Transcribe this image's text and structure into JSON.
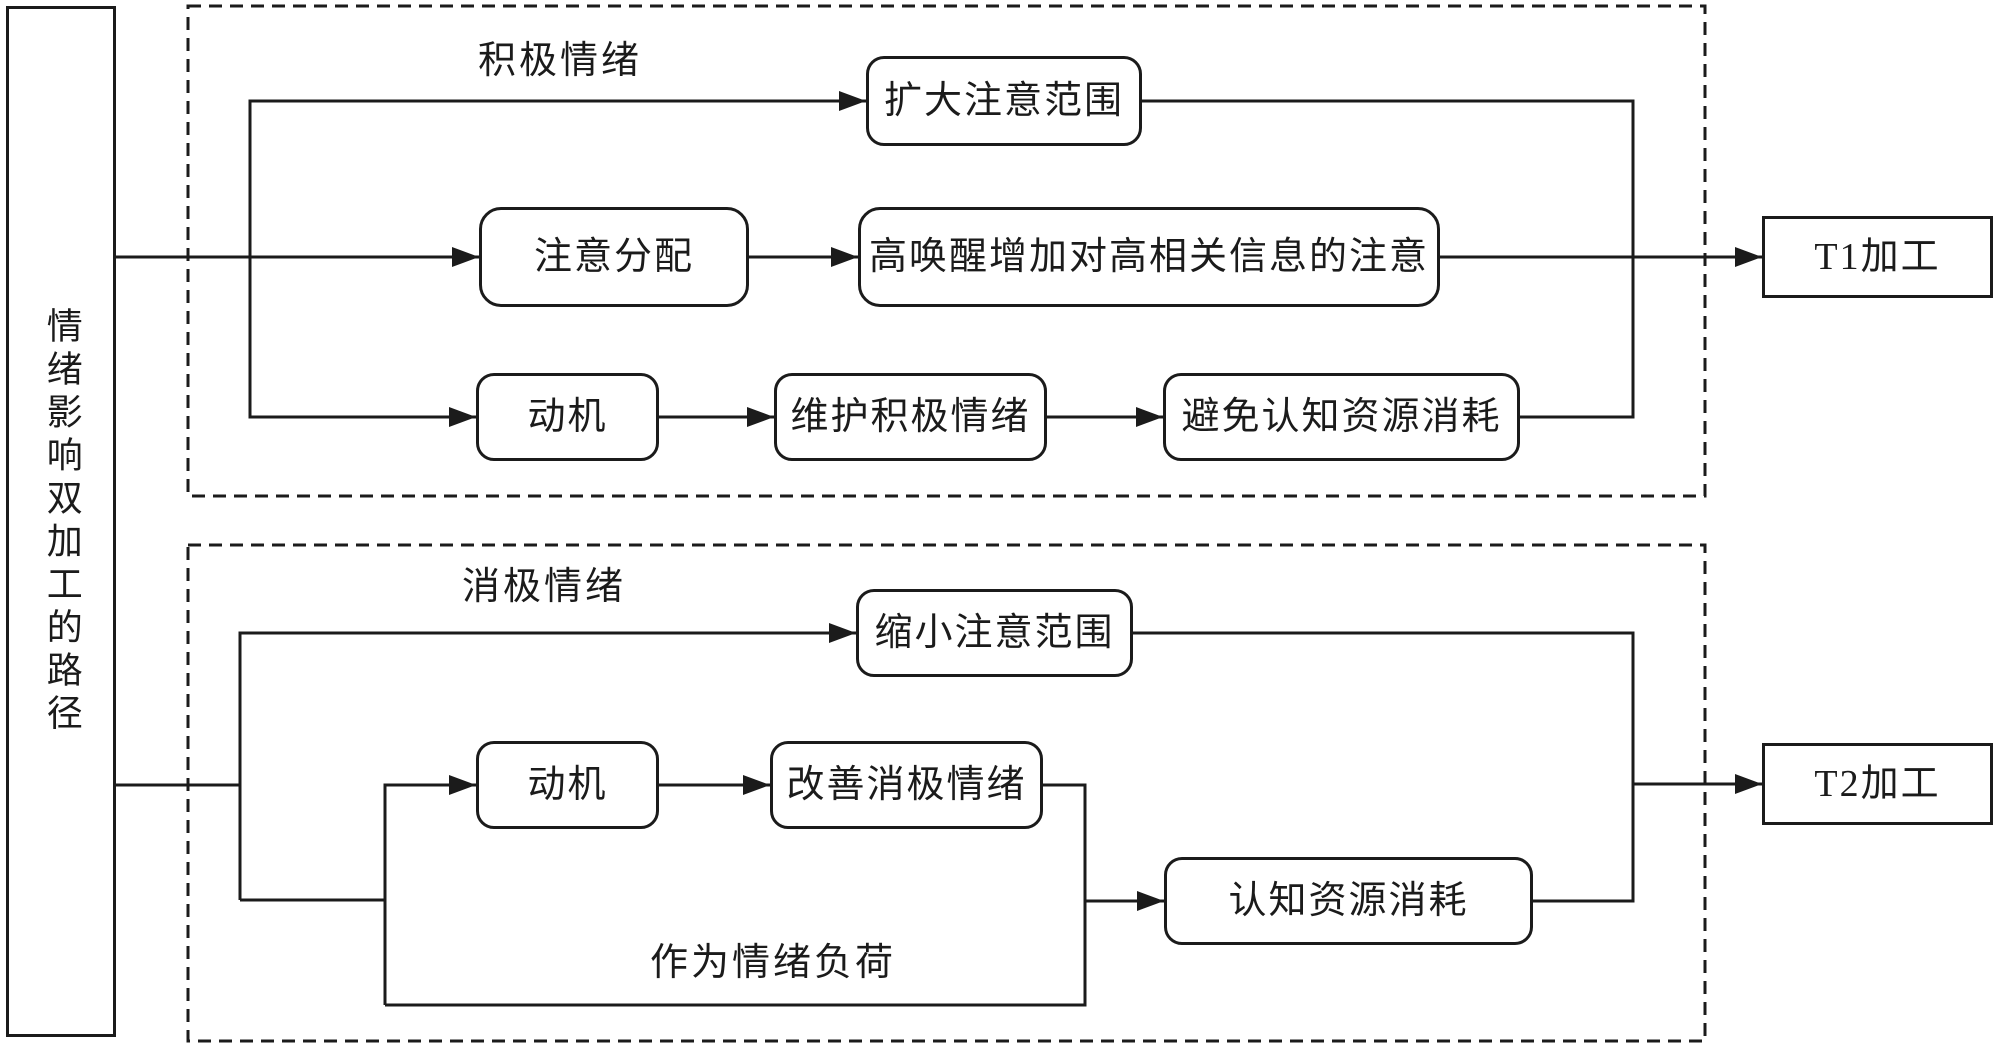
{
  "diagram": {
    "left_panel": {
      "title": "情绪影响双加工的路径"
    },
    "positive": {
      "label": "积极情绪",
      "expand": "扩大注意范围",
      "allocation": "注意分配",
      "arousal": "高唤醒增加对高相关信息的注意",
      "motivation": "动机",
      "maintain": "维护积极情绪",
      "avoid": "避免认知资源消耗",
      "target": "T1加工"
    },
    "negative": {
      "label": "消极情绪",
      "narrow": "缩小注意范围",
      "motivation": "动机",
      "improve": "改善消极情绪",
      "load_label": "作为情绪负荷",
      "consume": "认知资源消耗",
      "target": "T2加工"
    },
    "colors": {
      "stroke": "#1b1b1b",
      "background": "#ffffff"
    }
  }
}
